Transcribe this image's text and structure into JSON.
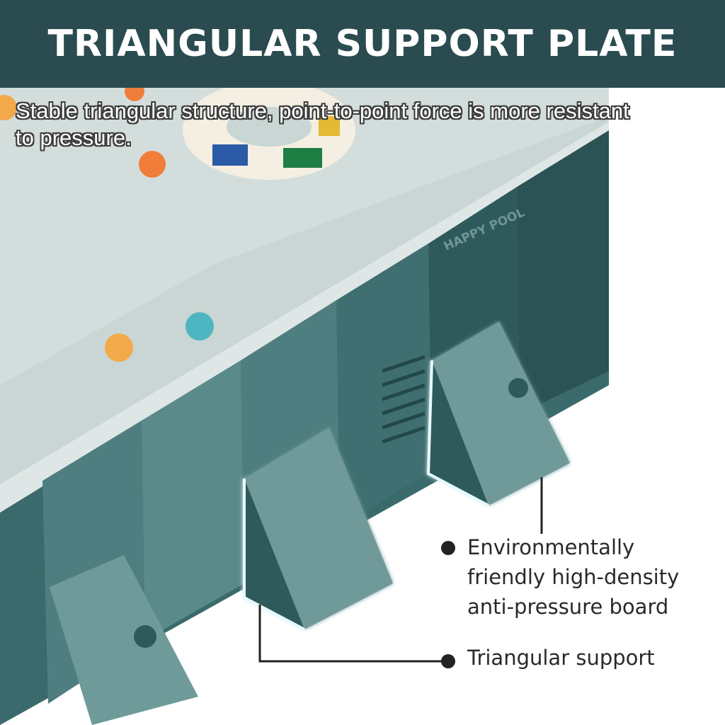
{
  "header": {
    "title": "TRIANGULAR SUPPORT PLATE"
  },
  "caption": {
    "text": "Stable triangular structure, point-to-point force is more resistant to pressure."
  },
  "callouts": {
    "board": "Environmentally friendly high-density anti-pressure board",
    "support": "Triangular support"
  },
  "pool_wall_text": "HAPPY POOL",
  "colors": {
    "banner": "#2a4b50",
    "water": "#c9d6d4",
    "wall_dark": "#2f5a5c",
    "wall_mid": "#4f7e80",
    "support_plate": "#6f9a9a",
    "glow": "#e8fbff"
  }
}
